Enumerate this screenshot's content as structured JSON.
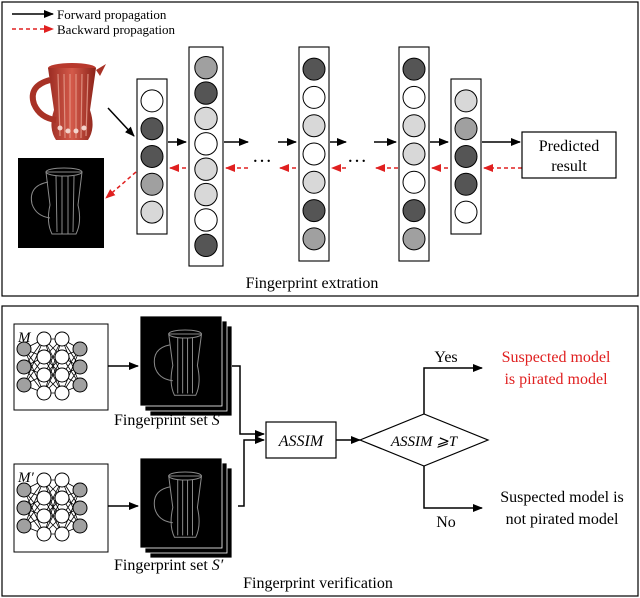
{
  "legend": {
    "forward": "Forward propagation",
    "backward": "Backward propagation"
  },
  "extraction": {
    "title": "Fingerprint extration",
    "ellipsis": "…",
    "predicted_line1": "Predicted",
    "predicted_line2": "result"
  },
  "verification": {
    "title": "Fingerprint verification",
    "model_m": "M",
    "model_m_prime": "M′",
    "set_s_prefix": "Fingerprint set ",
    "set_s_var": "S",
    "set_s_prime_prefix": "Fingerprint set ",
    "set_s_prime_var": "S′",
    "assim": "ASSIM",
    "decision": "ASSIM ⩾T",
    "yes": "Yes",
    "no": "No",
    "yes_line1": "Suspected model",
    "yes_line2": "is pirated model",
    "no_line1": "Suspected model is",
    "no_line2": "not pirated model"
  },
  "colors": {
    "forward": "#000000",
    "backward": "#e02020",
    "pirated_text": "#e02020",
    "dark": "#555555",
    "mid": "#a0a0a0",
    "light": "#d8d8d8",
    "white": "#ffffff"
  },
  "columns": [
    [
      "white",
      "dark",
      "dark",
      "mid",
      "light"
    ],
    [
      "mid",
      "dark",
      "light",
      "white",
      "light",
      "light",
      "white",
      "dark"
    ],
    [
      "dark",
      "white",
      "light",
      "white",
      "light",
      "dark",
      "mid"
    ],
    [
      "dark",
      "white",
      "light",
      "light",
      "white",
      "dark",
      "mid"
    ],
    [
      "light",
      "mid",
      "dark",
      "dark",
      "white"
    ]
  ]
}
